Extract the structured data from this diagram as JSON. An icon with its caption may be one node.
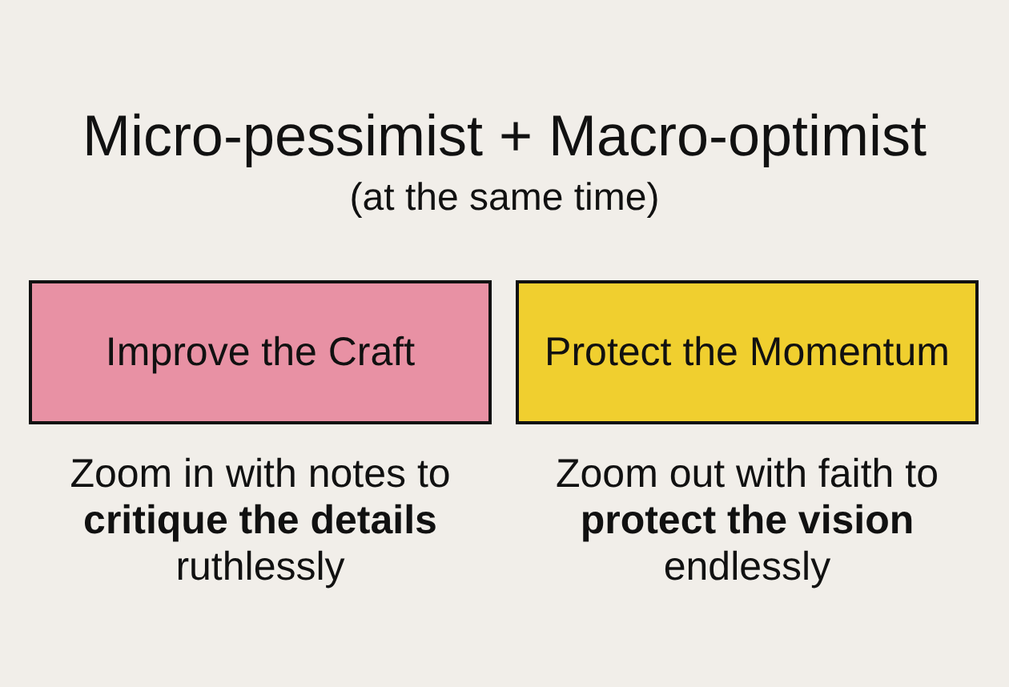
{
  "diagram": {
    "title": "Micro-pessimist + Macro-optimist",
    "nodes": [
      {
        "text": [
          "Improve the Craft"
        ],
        "beside": [
          "Zoom in with notes to **critique the details** ruthlessly"
        ]
      },
      {
        "text": [
          "Protect the Momentum"
        ],
        "beside": [
          "Zoom out with faith to **protect the vision** endlessly"
        ]
      }
    ],
    "labels": [
      "(at the same time)"
    ]
  }
}
